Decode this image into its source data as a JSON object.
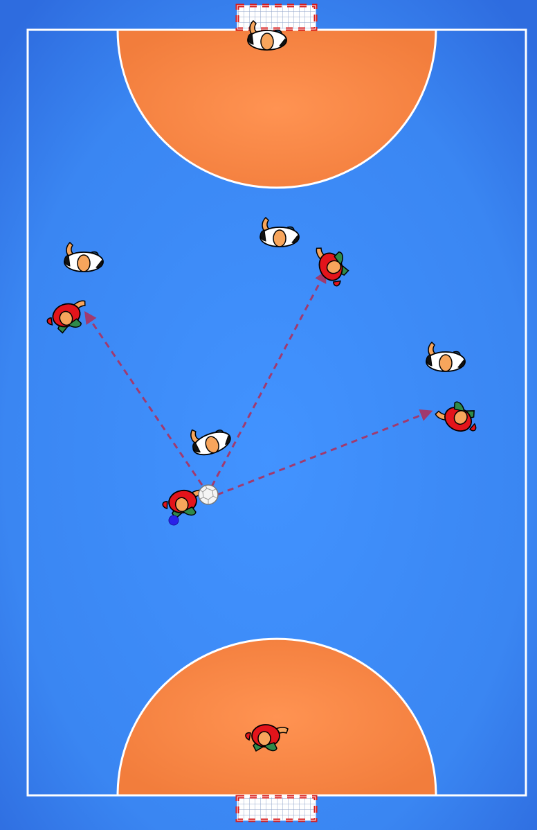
{
  "colors": {
    "court_blue": "#3b8bf7",
    "court_blue_edge": "#2f6fe0",
    "goal_area_orange": "#fb8a48",
    "lines": "#ffffff",
    "goal_post_red": "#d81e1e",
    "attacker_shirt": "#e3141b",
    "attacker_shorts": "#2f8a4a",
    "defender_shirt": "#ffffff",
    "defender_shorts": "#1f4f7a",
    "skin": "#f7a55c",
    "pass_arrow": "#a13a6e",
    "marker_dot": "#2a22e8"
  },
  "court": {
    "goals": [
      "top-goal",
      "bottom-goal"
    ],
    "goal_areas": [
      "top-goal-area",
      "bottom-goal-area"
    ]
  },
  "players": {
    "attackers": [
      "ball-carrier",
      "left-wing",
      "center-back",
      "right-wing",
      "goalkeeper-bottom"
    ],
    "defenders": [
      "defender-left",
      "defender-center",
      "defender-right",
      "defender-on-ball",
      "goalkeeper-top"
    ]
  },
  "ball": {
    "icon": "handball-icon",
    "holder": "ball-carrier"
  },
  "passes": [
    {
      "from": "ball-carrier",
      "to": "left-wing",
      "style": "dashed"
    },
    {
      "from": "ball-carrier",
      "to": "center-back",
      "style": "dashed"
    },
    {
      "from": "ball-carrier",
      "to": "right-wing",
      "style": "dashed"
    }
  ]
}
